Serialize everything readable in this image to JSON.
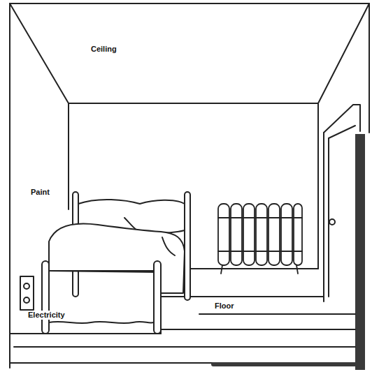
{
  "diagram": {
    "labels": [
      "Ceiling",
      "Paint",
      "Electricity",
      "Floor"
    ]
  }
}
